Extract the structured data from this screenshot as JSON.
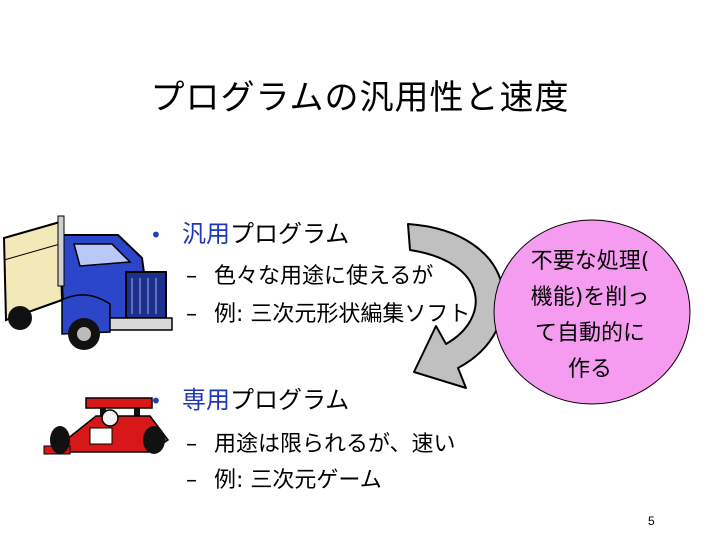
{
  "slide": {
    "title": "プログラムの汎用性と速度",
    "page_number": "5"
  },
  "bullets": [
    {
      "keyword": "汎用",
      "rest": "プログラム",
      "sub": [
        "色々な用途に使えるが",
        "例: 三次元形状編集ソフト"
      ]
    },
    {
      "keyword": "専用",
      "rest": "プログラム",
      "sub": [
        "用途は限られるが、速い",
        "例: 三次元ゲーム"
      ]
    }
  ],
  "callout": {
    "lines": [
      "不要な処理(",
      "機能)を削っ",
      "て自動的に",
      "作る"
    ],
    "fill_color": "#f59cf0"
  },
  "icons": {
    "truck": "truck-icon",
    "race_car": "race-car-icon",
    "arrow": "curved-arrow-icon"
  },
  "colors": {
    "keyword": "#1f36b8",
    "truck_cab": "#2b46c8",
    "car_body": "#d81818"
  }
}
